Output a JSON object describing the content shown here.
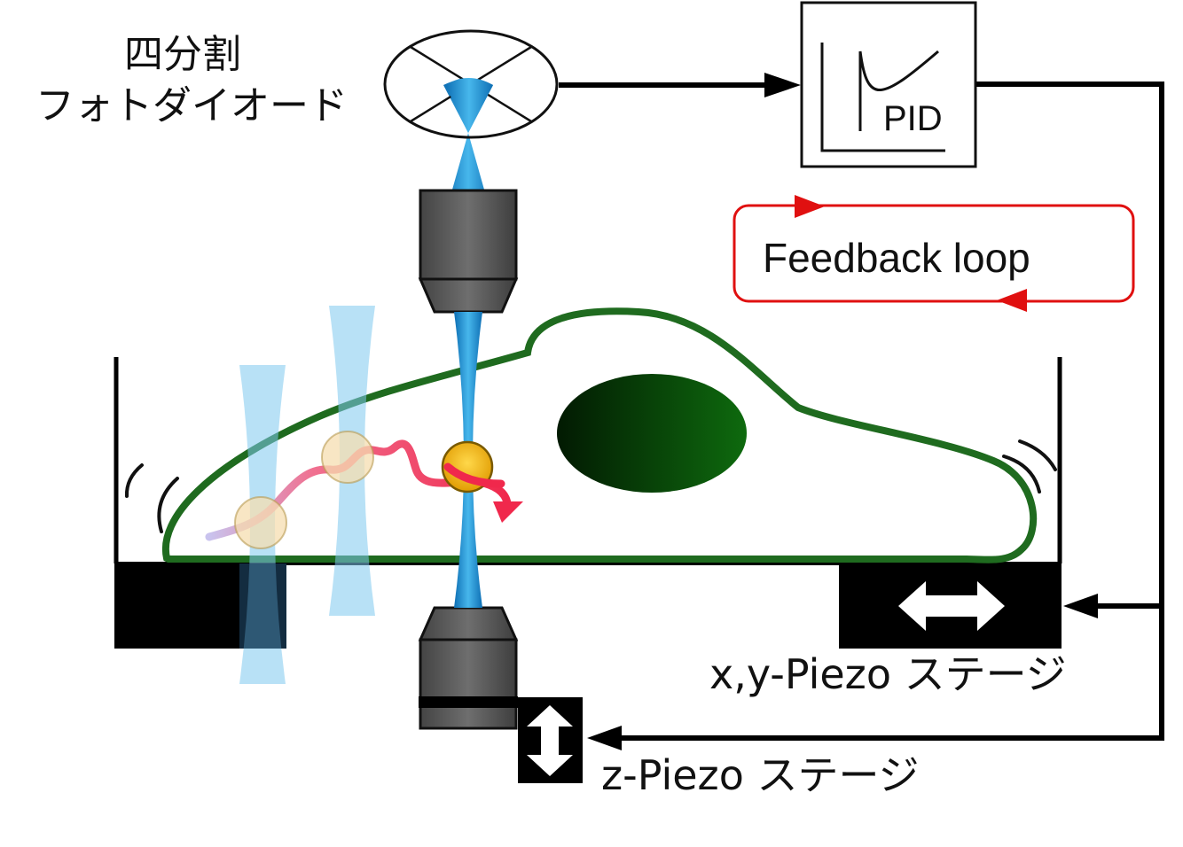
{
  "labels": {
    "qpd_line1": "四分割",
    "qpd_line2": "フォトダイオード",
    "pid": "PID",
    "feedback": "Feedback loop",
    "xy_stage": "x,y-Piezo ステージ",
    "z_stage": "z-Piezo ステージ"
  },
  "colors": {
    "beam": "#1a9ad6",
    "beam_trap": "#7ec8ee",
    "cell_outline": "#1f6b1f",
    "nucleus": "#0f4d0f",
    "bead": "#f0b419",
    "bead_ghost": "#f5deb0",
    "trajectory": "#f0506e",
    "feedback_loop": "#e01010",
    "objective": "#5a5a5a"
  }
}
